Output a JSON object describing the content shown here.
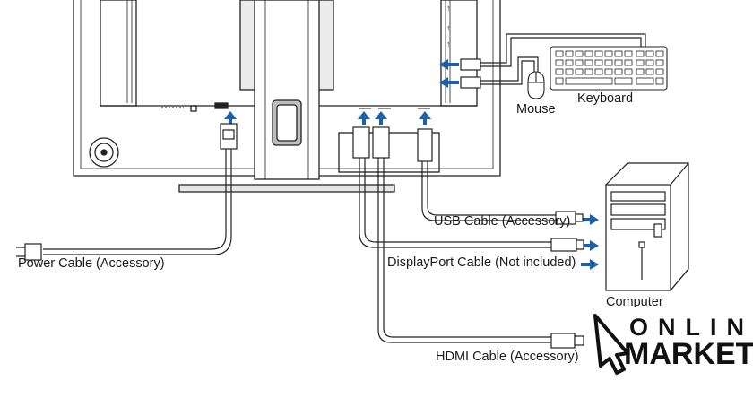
{
  "labels": {
    "keyboard": "Keyboard",
    "mouse": "Mouse",
    "usb_cable": "USB Cable (Accessory)",
    "power_cable": "Power Cable (Accessory)",
    "displayport_cable": "DisplayPort Cable (Not included)",
    "hdmi_cable": "HDMI Cable (Accessory)",
    "computer": "Computer"
  },
  "watermark": {
    "line1": "ONLINE",
    "line2": "MARKET"
  },
  "colors": {
    "line": "#222222",
    "arrow_blue": "#1f5fa8",
    "stand_gray": "#e6e6e6",
    "logo": "#111111"
  }
}
